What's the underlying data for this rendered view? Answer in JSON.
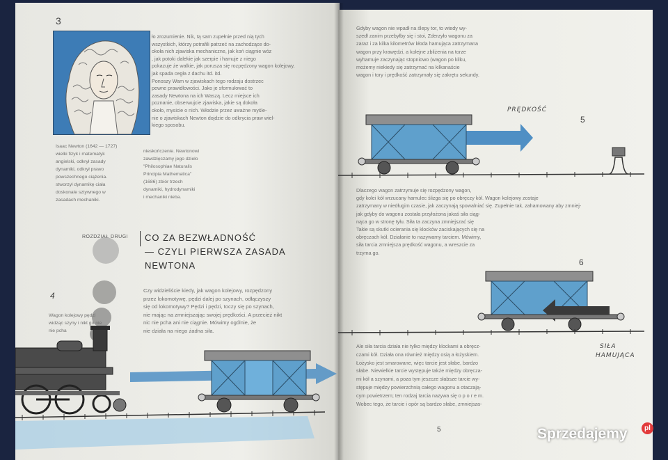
{
  "left_page": {
    "page_number_top": "3",
    "newton_text": "ło zrozumienie. Nik, tą sam zupełnie przed nią tych\nwszystkich, którzy potrafili patrzeć na zachodzące do-\nokoła nich zjawiska mechaniczne, jak koń ciągnie wóz\n, jak potoki dalekie jak szerpie i hamuje z niego\npokazuje że walkie, jak porusza się rozpędzony wagon kolejowy,\njak spada cegła z dachu itd. itd.\n   Ponoszy Wam w zjawiskach tego rodzaju dostrzec\npewne prawidłowości. Jako je sformułować to\nzasady Newtona na ich Waszą. Lecz miejsce ich\npoznanie, obserwujcie zjawiska, jakie są dokoła\nokoło, mysicie o nich. Włodzie przez uważne myśle-\nnie o zjawiskach Newton dojdzie do odkrycia praw wiel-\nkiego sposobu.",
    "caption_col1": "Isaac Newton (1642 — 1727)\nwielki fizyk i matematyk\nangielski, odkrył zasady\ndynamiki, odkrył prawo\npowszechnego ciążenia.\nstworzył dynamikę ciała\ndoskonale sztywnego w\nzasadach mechaniki.",
    "caption_col2": "nieskończenie. Newtonowi\nzawdzięczamy jego dzieło\n\"Philosophiae Naturalis\nPrincipia Mathematica\"\n(1686) zbiór trzech\ndynamiki, hydrodynamiki\ni mechaniki nieba.",
    "chapter_label": "ROZDZIAŁ DRUGI",
    "heading": "CO ZA BEZWŁADNOŚĆ\n— CZYLI PIERWSZA ZASADA\nNEWTONA",
    "figure_number": "4",
    "caption_fig4": "Wagon kolejowy pędzi\nwidząc szyny i nikt go nie\nnie pcha",
    "body_text": "Czy widzieliście kiedy, jak wagon kolejowy, rozpędzony\nprzez lokomotywę, pędzi dalej po szynach, odłączyszy\nsię od lokomotywy? Pędzi i pędzi, toczy się po szynach,\nnie mając na zmniejszając swojej prędkości. A przecież nikt\nnic nie pcha ani nie ciągnie. Mówimy ogólnie, że\nnie działa na niego żadna siła."
  },
  "right_page": {
    "text_top": "Gdyby wagon nie wpadł na ślepy tor, to wtedy wy-\nszedł zanim przebyłby się i stoi, Zderzyło wagonu za\nzaraz i za kilka kilometrów kłoda hamująca zatrzymana\nwagon przy krawędzi, a kolejne zbliżenia na torze\nwyhamuje zaczynając stopniowo (wagon po kilku,\nmożemy niekiedy się zatrzymać na kilkanaście\nwagon i tory i prędkość zatrzymały się zakrętu sekundy.",
    "predkosc_label": "PRĘDKOŚĆ",
    "figure5_number": "5",
    "text_middle": "Dlaczego wagon zatrzymuje się rozpędzony wagon,\ngdy kolei kół wrzucany hamulec ślizga się po obręczy kół. Wagon kolejowy zostaje\nzatrzymany w niedługim czasie, jak zaczynają spowalniać się. Zupełnie tak, zahamowany aby zmniej-\njak gdyby do wagonu została przyłożona jakaś siła ciąg-\nnąca go w stronę tyłu. Siła ta zaczyna zmniejszać się\nTakie są skutki ocierania się klocków zaciskających się na\nobręczach kół. Działanie to nazywamy tarciem. Mówimy,\nsiła tarcia zmniejsza prędkość wagonu, a wreszcie za\ntrzyma go.",
    "figure6_number": "6",
    "sila_label_1": "SIŁA",
    "sila_label_2": "HAMUJĄCA",
    "text_bottom": "Ale siła tarcia działa nie tylko między klockami a obręcz-\nczami kół. Działa ona również między osią a łożyskiem.\nŁożysko jest smarowane, więc tarcie jest słabe, bardzo\nsłabe. Niewielkie tarcie występuje także między obręcza-\nmi kół a szynami, a poza tym jeszcze słabsze tarcie wy-\nstępuje między powierzchnią całego wagonu a otaczają-\ncym powietrzem; ten rodzaj tarcia nazywa się o p o r e m.\nWobec tego, że tarcie i opór są bardzo słabe, zmniejsza-",
    "page_number_bottom": "5"
  },
  "watermark": {
    "text": "Sprzedajemy",
    "badge": "pl"
  },
  "colors": {
    "wagon_blue": "#5fa0cc",
    "wagon_roof": "#8f8f8f",
    "arrow_blue": "#4f8fc4",
    "smoke": "#6e6e6e",
    "locomotive": "#4a4a4a",
    "portrait_bg": "#3d7cb6",
    "brake_dark": "#3a3a3a",
    "ground_blue": "#a9cfe6",
    "watermark_red": "#e23a3a"
  }
}
